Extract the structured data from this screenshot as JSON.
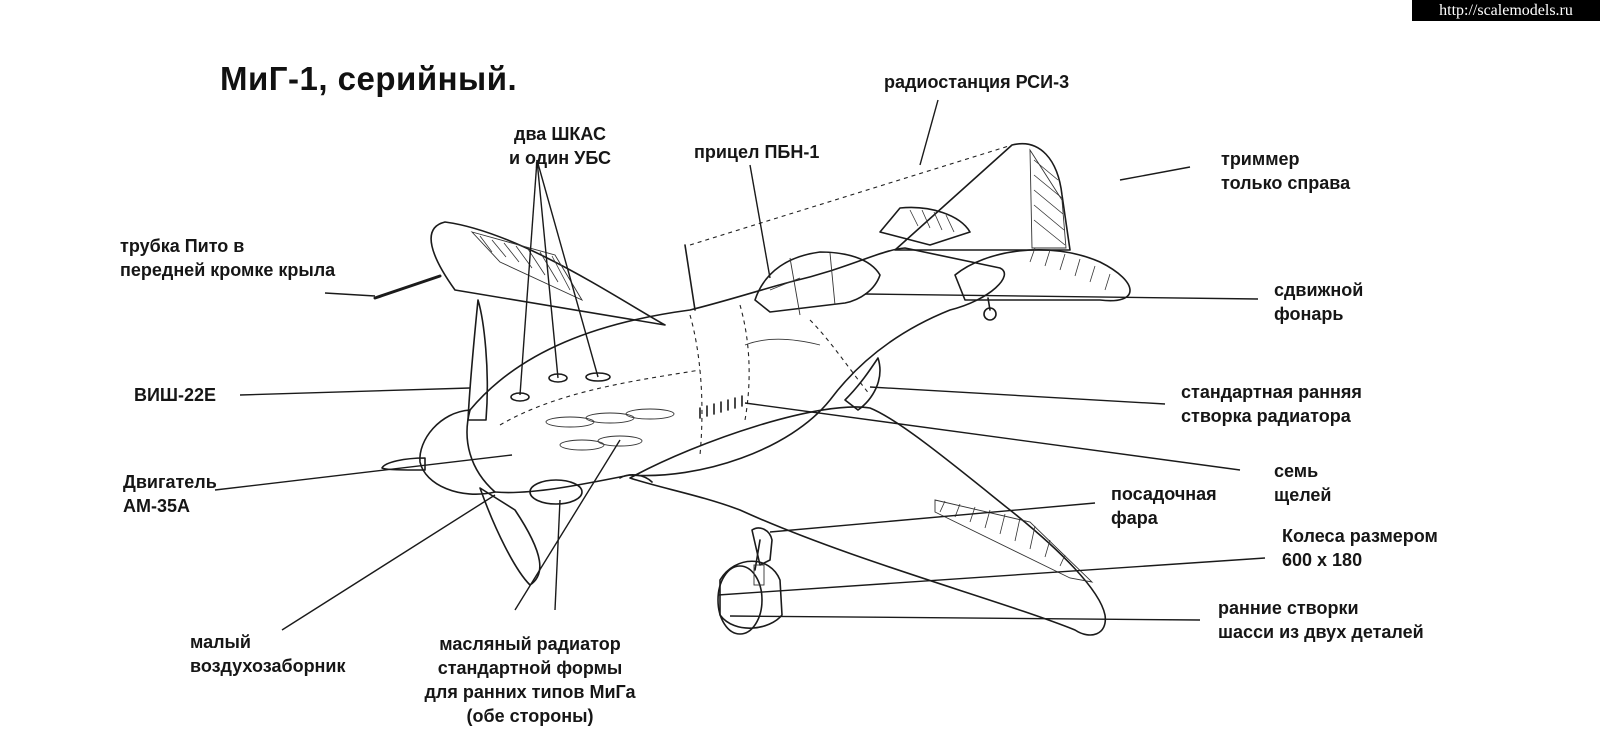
{
  "title": "МиГ-1, серийный.",
  "watermark": "http://scalemodels.ru",
  "labels": {
    "radio": "радиостанция РСИ-3",
    "guns": [
      "два ШКАС",
      "и один УБС"
    ],
    "sight": "прицел ПБН-1",
    "trimmer": [
      "триммер",
      "только справа"
    ],
    "pitot": [
      "трубка Пито в",
      "передней кромке крыла"
    ],
    "canopy": [
      "сдвижной",
      "фонарь"
    ],
    "propeller": "ВИШ-22Е",
    "radiator_flap": [
      "стандартная ранняя",
      "створка радиатора"
    ],
    "slots": [
      "семь",
      "щелей"
    ],
    "engine": [
      "Двигатель",
      "АМ-35А"
    ],
    "landing_light": [
      "посадочная",
      "фара"
    ],
    "wheels": [
      "Колеса размером",
      "600 х 180"
    ],
    "gear_doors": [
      "ранние створки",
      "шасси из двух деталей"
    ],
    "air_intake": [
      "малый",
      "воздухозаборник"
    ],
    "oil_cooler": [
      "масляный радиатор",
      "стандартной формы",
      "для ранних типов МиГа",
      "(обе стороны)"
    ]
  }
}
